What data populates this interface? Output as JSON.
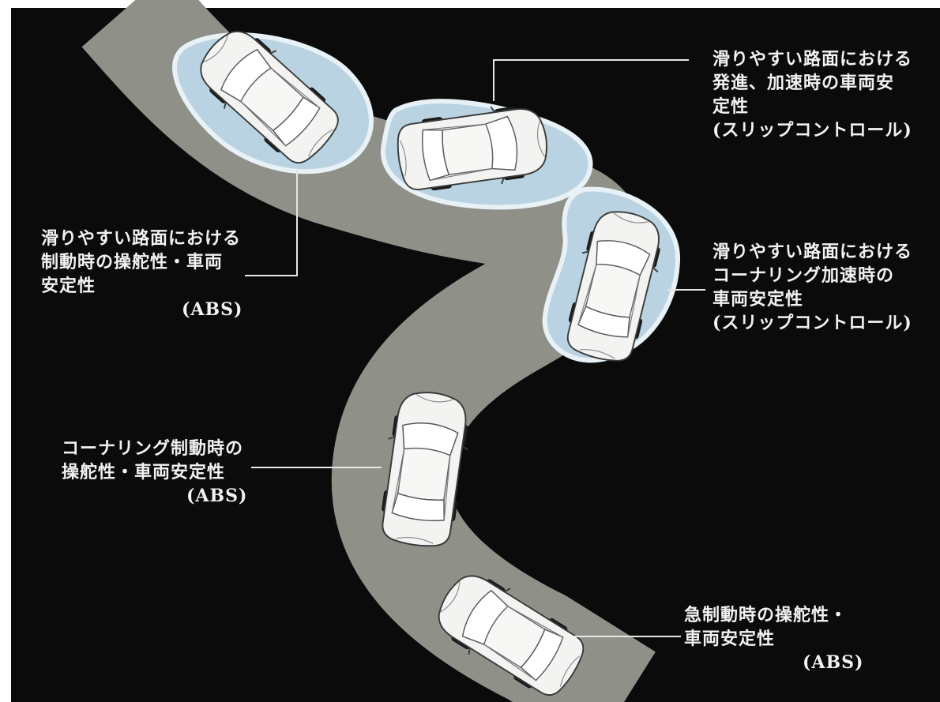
{
  "colors": {
    "background": "#0b0b0b",
    "road": "#8f9189",
    "slippery_surface": "#b9d3e2",
    "slippery_edge": "#e8f1f6",
    "car_body": "#f3f3f1",
    "car_outline": "#3a3a3a",
    "leader_line": "#e6e6e6",
    "label_text": "#f2f2f2"
  },
  "labels": {
    "braking_slippery": {
      "lines": [
        "滑りやすい路面における",
        "制動時の操舵性・車両",
        "安定性"
      ],
      "system": "(ABS)"
    },
    "start_accel_slippery": {
      "lines": [
        "滑りやすい路面における",
        "発進、加速時の車両安",
        "定性",
        "(スリップコントロール)"
      ]
    },
    "cornering_accel_slippery": {
      "lines": [
        "滑りやすい路面における",
        "コーナリング加速時の",
        "車両安定性",
        "(スリップコントロール)"
      ]
    },
    "cornering_braking": {
      "lines": [
        "コーナリング制動時の",
        "操舵性・車両安定性"
      ],
      "system": "(ABS)"
    },
    "emergency_braking": {
      "lines": [
        "急制動時の操舵性・",
        "車両安定性"
      ],
      "system": "(ABS)"
    }
  },
  "cars": [
    {
      "id": "car-1",
      "on_slippery_surface": true
    },
    {
      "id": "car-2",
      "on_slippery_surface": true
    },
    {
      "id": "car-3",
      "on_slippery_surface": true
    },
    {
      "id": "car-4",
      "on_slippery_surface": false
    },
    {
      "id": "car-5",
      "on_slippery_surface": false
    }
  ]
}
